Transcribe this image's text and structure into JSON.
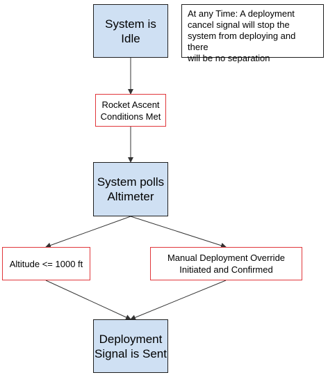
{
  "nodes": {
    "idle": {
      "label": "System is\nIdle"
    },
    "ascent": {
      "label": "Rocket Ascent\nConditions Met"
    },
    "poll": {
      "label": "System polls\nAltimeter"
    },
    "altitude": {
      "label": "Altitude <= 1000 ft"
    },
    "override": {
      "label": "Manual Deployment Override\nInitiated and Confirmed"
    },
    "deploy": {
      "label": "Deployment\nSignal is Sent"
    }
  },
  "note": {
    "text": "At any Time: A deployment\ncancel signal will stop the\nsystem from deploying and there\nwill be no separation"
  },
  "colors": {
    "state_fill": "#cfe0f3",
    "state_border": "#1f1f1f",
    "condition_border": "#e0363a",
    "connector": "#333333"
  }
}
